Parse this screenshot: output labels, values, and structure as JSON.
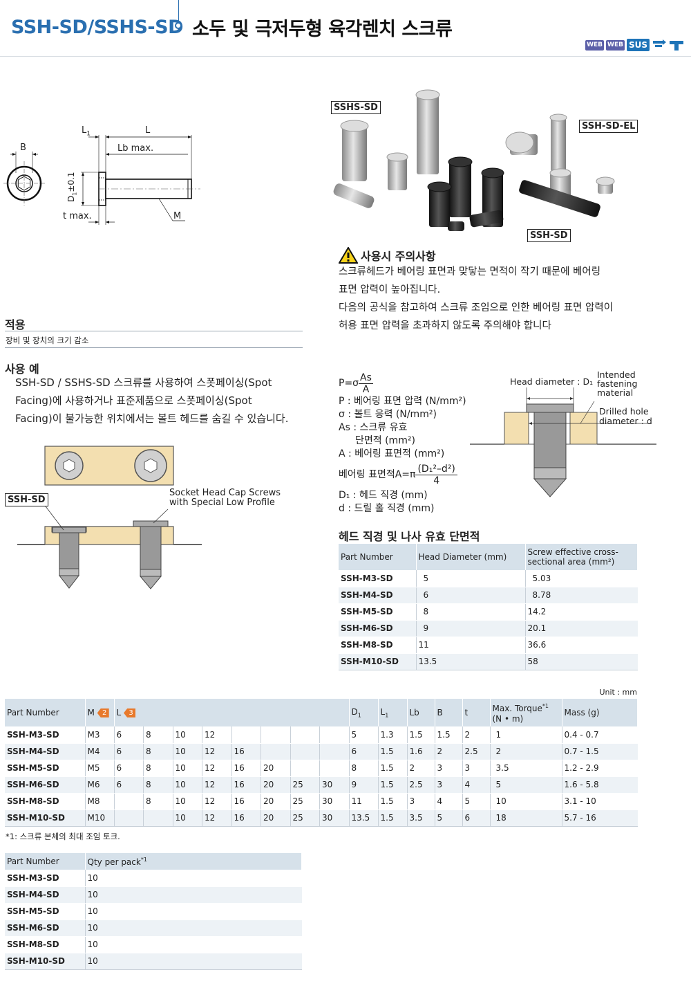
{
  "header": {
    "code": "SSH-SD/SSHS-SD",
    "title": "소두 및 극저두형 육각렌치 스크류",
    "badges": [
      "WEB",
      "WEB",
      "SUS"
    ]
  },
  "drawing": {
    "dim_L1": "L",
    "dim_L1_sub": "1",
    "dim_L": "L",
    "dim_Lb": "Lb max.",
    "dim_B": "B",
    "dim_D1": "D",
    "dim_D1_sub": "1",
    "dim_D1_tol": "±0.1",
    "dim_t": "t max.",
    "dim_M": "M"
  },
  "photo_labels": {
    "sshs": "SSHS-SD",
    "ssh_el": "SSH-SD-EL",
    "ssh": "SSH-SD"
  },
  "caution": {
    "title": "사용시 주의사항",
    "lines": [
      "스크류헤드가 베어링 표면과 맞닿는 면적이 작기 때문에 베어링",
      "표면 압력이 높아집니다.",
      "다음의 공식을 참고하여 스크류 조임으로 인한 베어링 표면 압력이",
      "허용 표면 압력을 초과하지 않도록 주의해야 합니다"
    ]
  },
  "application": {
    "title": "적용",
    "text": "장비 및 장치의 크기 감소"
  },
  "usage": {
    "title": "사용 예",
    "lines": [
      "SSH-SD / SSHS-SD 스크류를 사용하여 스폿페이싱(Spot",
      "Facing)에 사용하거나 표준제품으로 스폿페이싱(Spot",
      "Facing)이 불가능한 위치에서는 볼트 헤드를 숨길 수 있습니다."
    ],
    "label_ssh": "SSH-SD",
    "label_socket_1": "Socket Head Cap Screws",
    "label_socket_2": "with Special Low Profile"
  },
  "formula": {
    "p_lhs": "P=σ",
    "p_num": "As",
    "p_den": "A",
    "def_p": "P : 베어링 표면 압력 (N/mm²)",
    "def_sigma": "σ : 볼트 응력 (N/mm²)",
    "def_as_1": "As : 스크류 유효",
    "def_as_2": "단면적 (mm²)",
    "def_a": "A : 베어링 표면적 (mm²)",
    "area_lhs": "베어링 표면적A=π",
    "area_num": "(D₁²–d²)",
    "area_den": "4",
    "def_d1": "D₁ : 헤드 직경 (mm)",
    "def_d": "d : 드릴 홀 직경 (mm)"
  },
  "diagram": {
    "head_diameter": "Head diameter : D₁",
    "intended_1": "Intended",
    "intended_2": "fastening",
    "intended_3": "material",
    "drilled_1": "Drilled hole",
    "drilled_2": "diameter : d"
  },
  "head_table": {
    "title": "헤드 직경 및 나사 유효 단면적",
    "headers": [
      "Part Number",
      "Head Diameter (mm)",
      "Screw effective cross-sectional area (mm²)"
    ],
    "rows": [
      [
        "SSH-M3-SD",
        "5",
        "5.03"
      ],
      [
        "SSH-M4-SD",
        "6",
        "8.78"
      ],
      [
        "SSH-M5-SD",
        "8",
        "14.2"
      ],
      [
        "SSH-M6-SD",
        "9",
        "20.1"
      ],
      [
        "SSH-M8-SD",
        "11",
        "36.6"
      ],
      [
        "SSH-M10-SD",
        "13.5",
        "58"
      ]
    ]
  },
  "spec_table": {
    "unit": "Unit : mm",
    "h_part": "Part Number",
    "h_m": "M",
    "h_m_tag": "2",
    "h_l": "L",
    "h_l_tag": "3",
    "h_d1": "D",
    "h_l1": "L",
    "h_lb": "Lb",
    "h_b": "B",
    "h_t": "t",
    "h_torque_1": "Max. Torque",
    "h_torque_sup": "*1",
    "h_torque_2": "(N • m)",
    "h_mass": "Mass (g)",
    "rows": [
      [
        "SSH-M3-SD",
        "M3",
        "6",
        "8",
        "10",
        "12",
        "",
        "",
        "",
        "",
        "5",
        "1.3",
        "1.5",
        "1.5",
        "2",
        "1",
        "0.4 -   0.7"
      ],
      [
        "SSH-M4-SD",
        "M4",
        "6",
        "8",
        "10",
        "12",
        "16",
        "",
        "",
        "",
        "6",
        "1.5",
        "1.6",
        "2",
        "2.5",
        "2",
        "0.7 -   1.5"
      ],
      [
        "SSH-M5-SD",
        "M5",
        "6",
        "8",
        "10",
        "12",
        "16",
        "20",
        "",
        "",
        "8",
        "1.5",
        "2",
        "3",
        "3",
        "3.5",
        "1.2 -   2.9"
      ],
      [
        "SSH-M6-SD",
        "M6",
        "6",
        "8",
        "10",
        "12",
        "16",
        "20",
        "25",
        "30",
        "9",
        "1.5",
        "2.5",
        "3",
        "4",
        "5",
        "1.6 -   5.8"
      ],
      [
        "SSH-M8-SD",
        "M8",
        "",
        "8",
        "10",
        "12",
        "16",
        "20",
        "25",
        "30",
        "11",
        "1.5",
        "3",
        "4",
        "5",
        "10",
        "3.1 - 10"
      ],
      [
        "SSH-M10-SD",
        "M10",
        "",
        "",
        "10",
        "12",
        "16",
        "20",
        "25",
        "30",
        "13.5",
        "1.5",
        "3.5",
        "5",
        "6",
        "18",
        "5.7 - 16"
      ]
    ],
    "footnote": "*1: 스크류 본체의 최대 조임 토크."
  },
  "qty_table": {
    "headers": [
      "Part Number",
      "Qty per pack"
    ],
    "sup": "*1",
    "rows": [
      [
        "SSH-M3-SD",
        "10"
      ],
      [
        "SSH-M4-SD",
        "10"
      ],
      [
        "SSH-M5-SD",
        "10"
      ],
      [
        "SSH-M6-SD",
        "10"
      ],
      [
        "SSH-M8-SD",
        "10"
      ],
      [
        "SSH-M10-SD",
        "10"
      ]
    ]
  },
  "colors": {
    "brand_blue": "#2a6fb0",
    "header_cell": "#d6e1ea",
    "alt_row": "#edf2f6",
    "material": "#f3dfb0",
    "tag_orange": "#e8792b"
  }
}
